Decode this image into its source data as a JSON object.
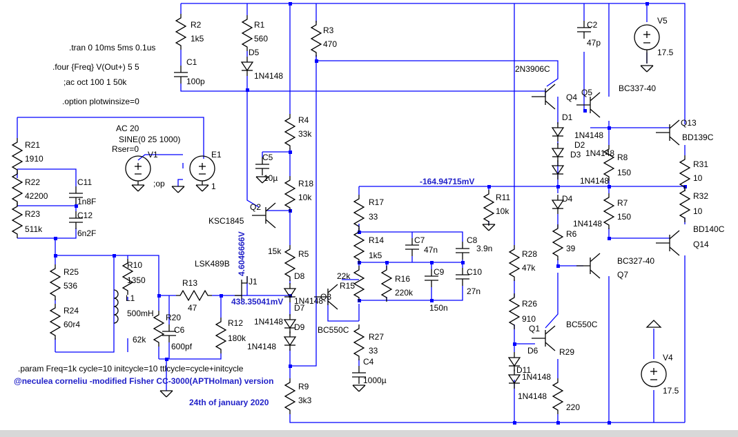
{
  "labels": {
    "R2": "R2",
    "R2v": "1k5",
    "R1": "R1",
    "R1v": "560",
    "D5": "D5",
    "D5v": "1N4148",
    "R3": "R3",
    "R3v": "470",
    "C2": "C2",
    "C2v": "47p",
    "V5": "V5",
    "V5v": "17.5",
    "C1": "C1",
    "C1v": "100p",
    "Q_2N": "2N3906C",
    "Q4": "Q4",
    "Q5": "Q5",
    "BC337": "BC337-40",
    "D1": "D1",
    "D1v": "1N4148",
    "D2": "D2",
    "D2v": "1N4148",
    "D3": "D3",
    "D3v": "1N4148",
    "Q13": "Q13",
    "Q13v": "BD139C",
    "R8": "R8",
    "R8v": "150",
    "R31": "R31",
    "R31v": "10",
    "R32": "R32",
    "R32v": "10",
    "R11": "R11",
    "R11v": "10k",
    "D4": "D4",
    "D4v": "1N4148",
    "R7": "R7",
    "R7v": "150",
    "BD140": "BD140C",
    "Q14": "Q14",
    "R6": "R6",
    "R6v": "39",
    "BC327": "BC327-40",
    "Q7": "Q7",
    "R4": "R4",
    "R4v": "33k",
    "C5": "C5",
    "C5v": "10µ",
    "R18": "R18",
    "R18v": "10k",
    "R17": "R17",
    "R17v": "33",
    "R14": "R14",
    "R14v": "1k5",
    "C7": "C7",
    "C7v": "47n",
    "C8": "C8",
    "C8v": "3.9n",
    "R16": "R16",
    "R16v": "220k",
    "C9": "C9",
    "C10": "C10",
    "C10v": "27n",
    "C9v": "150n",
    "R15": "R15",
    "R15v": "22k",
    "R28": "R28",
    "R28v": "47k",
    "R26": "R26",
    "R26v": "910",
    "BC550Cr": "BC550C",
    "Q1": "Q1",
    "D6": "D6",
    "D6v": "1N4148",
    "D11": "D11",
    "D11v": "1N4148",
    "R29": "R29",
    "R29v": "220",
    "V4": "V4",
    "V4v": "17.5",
    "Q3": "Q3",
    "BC550Cl": "BC550C",
    "R27": "R27",
    "R27v": "33",
    "C4": "C4",
    "C4v": "1000µ",
    "R9": "R9",
    "R9v": "3k3",
    "Q2": "Q2",
    "KSC": "KSC1845",
    "R5": "R5",
    "R5v": "15k",
    "D8": "D8",
    "D8v": "1N4148",
    "D7": "D7",
    "D7v": "1N4148",
    "D9": "D9",
    "D9v": "1N4148",
    "LSK": "LSK489B",
    "J1": "J1",
    "R13": "R13",
    "R13v": "47",
    "R12": "R12",
    "R12v": "180k",
    "R20": "R20",
    "R20v": "62k",
    "C6": "C6",
    "C6v": "600pf",
    "R10": "R10",
    "R10v": "1350",
    "L1": "L1",
    "L1v": "500mH",
    "R25": "R25",
    "R25v": "536",
    "R24": "R24",
    "R24v": "60r4",
    "R21": "R21",
    "R21v": "1910",
    "R22": "R22",
    "R22v": "42200",
    "R23": "R23",
    "R23v": "511k",
    "C11": "C11",
    "C11v": "1n8F",
    "C12": "C12",
    "C12v": "6n2F",
    "V1": "V1",
    "E1": "E1",
    "E1v": "1",
    "op": ";op"
  },
  "source": {
    "ac": "AC 20",
    "sine": "SINE(0 25 1000)",
    "rser": "Rser=0"
  },
  "directives": {
    "tran": ".tran 0 10ms 5ms 0.1us",
    "four": ".four {Freq} V(Out+) 5 5",
    "ac": ";ac oct 100 1 50k",
    "option": ".option plotwinsize=0",
    "param": ".param Freq=1k cycle=10 initcycle=10 ttlcycle=cycle+initcycle"
  },
  "annotations": {
    "credit": "@neculea corneliu -modified Fisher CC-3000(APTHolman) version",
    "date": "24th of january 2020",
    "v_top": "-164.94715mV",
    "v_j1": "438.35041mV",
    "v_q2": "4.6046666V"
  },
  "colors": {
    "wire": "#0000ff",
    "component": "#000000",
    "annotation": "#2121c8"
  }
}
